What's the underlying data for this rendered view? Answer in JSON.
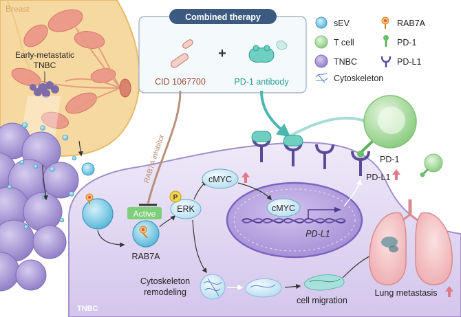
{
  "labels": {
    "breast": "Breast",
    "early_tnbc_line1": "Early-metastatic",
    "early_tnbc_line2": "TNBC",
    "combined_therapy": "Combined therapy",
    "plus": "+",
    "cid": "CID 1067700",
    "pd1_antibody": "PD-1 antibody",
    "rab7a_inhibitor": "RAB7A inhibitor",
    "active": "Active",
    "rab7a": "RAB7A",
    "p": "P",
    "erk": "ERK",
    "cmyc_top": "cMYC",
    "cmyc_nucleus": "cMYC",
    "pd_l1_gene": "PD-L1",
    "pd1_right": "PD-1",
    "pdl1_right": "PD-L1",
    "cytoskeleton_line1": "Cytoskeleton",
    "cytoskeleton_line2": "remodeling",
    "cell_migration": "cell migration",
    "lung_metastasis": "Lung metastasis",
    "tnbc_corner": "TNBC"
  },
  "legend": [
    {
      "icon": "sev-icon",
      "label": "sEV"
    },
    {
      "icon": "rab7a-icon",
      "label": "RAB7A"
    },
    {
      "icon": "t-cell-icon",
      "label": "T cell"
    },
    {
      "icon": "pd-1-icon",
      "label": "PD-1"
    },
    {
      "icon": "tnbc-icon",
      "label": "TNBC"
    },
    {
      "icon": "pd-l1-icon",
      "label": "PD-L1"
    },
    {
      "icon": "cytoskeleton-icon",
      "label": "Cytoskeleton"
    }
  ],
  "colors": {
    "breast_fill": "#f6d9a0",
    "tnbc_cell": "#a898d6",
    "cell_body": "#e4dcf3",
    "t_cell": "#a8dca0",
    "sev": "#8fd3ec",
    "therapy_header": "#3c5a80",
    "cid_text": "#9c4a34",
    "antibody_text": "#2aa092",
    "up_arrow": "#e07a8a",
    "teal_arrow": "#4ab8b0"
  }
}
